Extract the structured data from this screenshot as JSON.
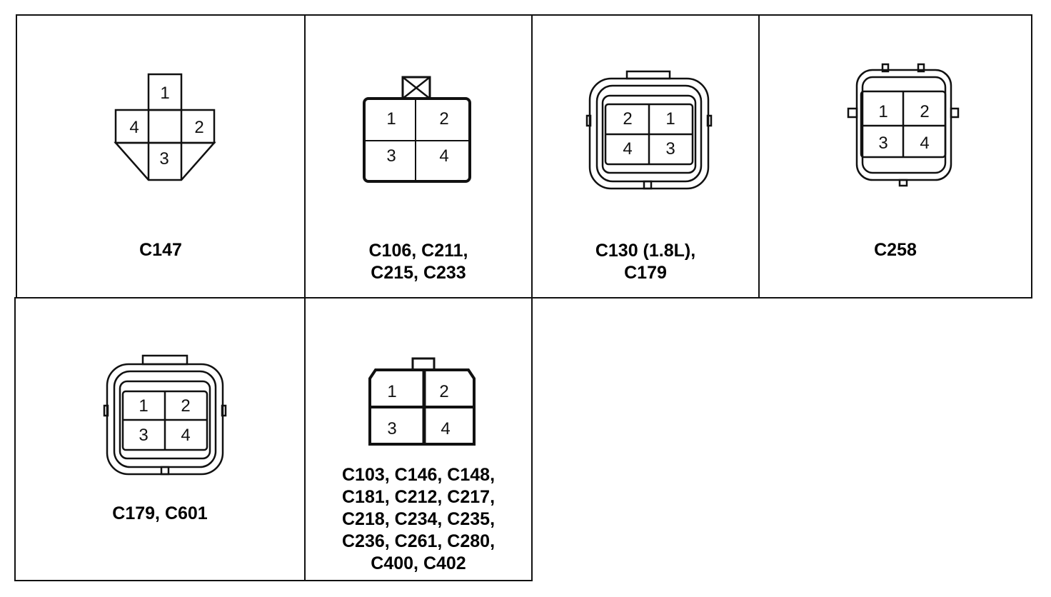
{
  "connectors": [
    {
      "id": "c147",
      "pins": [
        "1",
        "2",
        "3",
        "4"
      ],
      "label_lines": [
        "C147"
      ]
    },
    {
      "id": "c106",
      "pins": [
        "1",
        "2",
        "3",
        "4"
      ],
      "label_lines": [
        "C106, C211,",
        "C215, C233"
      ]
    },
    {
      "id": "c130",
      "pins": [
        "2",
        "1",
        "4",
        "3"
      ],
      "label_lines": [
        "C130 (1.8L),",
        "C179"
      ]
    },
    {
      "id": "c258",
      "pins": [
        "1",
        "2",
        "3",
        "4"
      ],
      "label_lines": [
        "C258"
      ]
    },
    {
      "id": "c179",
      "pins": [
        "1",
        "2",
        "3",
        "4"
      ],
      "label_lines": [
        "C179, C601"
      ]
    },
    {
      "id": "c103",
      "pins": [
        "1",
        "2",
        "3",
        "4"
      ],
      "label_lines": [
        "C103, C146, C148,",
        "C181, C212, C217,",
        "C218, C234, C235,",
        "C236, C261, C280,",
        "C400, C402"
      ]
    }
  ],
  "colors": {
    "line": "#111111",
    "background": "#ffffff"
  }
}
